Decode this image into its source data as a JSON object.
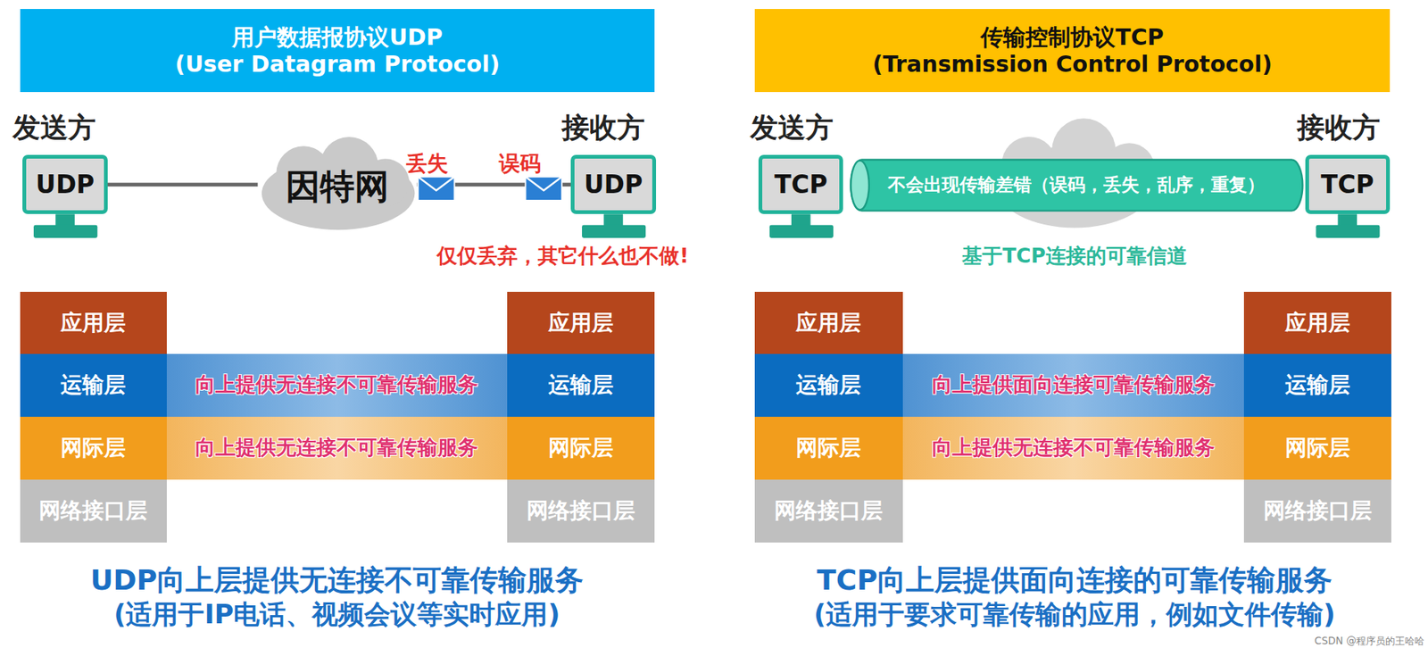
{
  "diagram": {
    "nodes": [
      {
        "text": [
          "用户数据报协议UDP",
          "(User Datagram Protocol)"
        ]
      },
      {
        "text": [
          "传输控制协议TCP",
          "(Transmission Control Protocol)"
        ]
      },
      {
        "text": [
          "UDP"
        ]
      },
      {
        "text": [
          "因特网"
        ]
      },
      {
        "text": [
          "UDP"
        ]
      },
      {
        "text": [
          "TCP"
        ]
      },
      {
        "text": [
          "不会出现传输差错（误码，丢失，乱序，重复）"
        ]
      },
      {
        "text": [
          "TCP"
        ]
      },
      {
        "text": [
          "应用层"
        ]
      },
      {
        "text": [
          "运输层"
        ]
      },
      {
        "text": [
          "网际层"
        ]
      },
      {
        "text": [
          "网络接口层"
        ]
      },
      {
        "text": [
          "应用层"
        ]
      },
      {
        "text": [
          "运输层"
        ]
      },
      {
        "text": [
          "网际层"
        ]
      },
      {
        "text": [
          "网络接口层"
        ]
      },
      {
        "text": [
          "向上提供无连接不可靠传输服务"
        ]
      },
      {
        "text": [
          "向上提供无连接不可靠传输服务"
        ]
      },
      {
        "text": [
          "应用层"
        ]
      },
      {
        "text": [
          "运输层"
        ]
      },
      {
        "text": [
          "网际层"
        ]
      },
      {
        "text": [
          "网络接口层"
        ]
      },
      {
        "text": [
          "应用层"
        ]
      },
      {
        "text": [
          "运输层"
        ]
      },
      {
        "text": [
          "网际层"
        ]
      },
      {
        "text": [
          "网络接口层"
        ]
      },
      {
        "text": [
          "向上提供面向连接可靠传输服务"
        ]
      },
      {
        "text": [
          "向上提供无连接不可靠传输服务"
        ]
      }
    ],
    "edges": [
      {
        "from": 2,
        "to": 3,
        "arrow": "none"
      },
      {
        "from": 3,
        "to": 4,
        "arrow": "none"
      }
    ],
    "labels": [
      "发送方",
      "丢失",
      "误码",
      "接收方",
      "仅仅丢弃，其它什么也不做!",
      "发送方",
      "接收方",
      "基于TCP连接的可靠信道",
      "UDP向上层提供无连接不可靠传输服务",
      "(适用于IP电话、视频会议等实时应用)",
      "TCP向上层提供面向连接的可靠传输服务",
      "(适用于要求可靠传输的应用，例如文件传输)",
      "CSDN @程序员的王哈哈"
    ]
  }
}
